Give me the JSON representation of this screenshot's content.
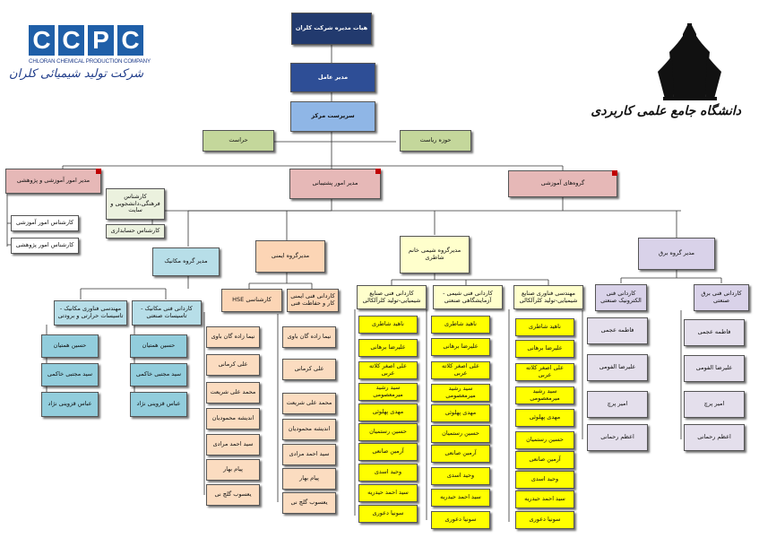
{
  "logos": {
    "ccpc": {
      "letters": [
        "C",
        "C",
        "P",
        "C"
      ],
      "english": "CHLORAN CHEMICAL PRODUCTION COMPANY",
      "persian": "شرکت تولید شیمیائی کلران"
    },
    "university": {
      "name": "دانشگاه جامع علمی کاربردی"
    }
  },
  "top": {
    "board": "هیات مدیره شرکت کلران",
    "ceo": "مدیر عامل",
    "center_head": "سرپرست مرکز",
    "security": "حراست",
    "presidency": "حوزه ریاست"
  },
  "level2": {
    "education_research": "مدیر امور آموزشی و پژوهشی",
    "support": "مدیر امور پشتیبانی",
    "groups": "گروه‌های آموزشی",
    "edu_expert": "کارشناس امور آموزشی",
    "research_expert": "کارشناس امور پژوهشی",
    "culture_expert": "کارشناس فرهنگی،دانشجویی و سایت",
    "accounting_expert": "کارشناس حسابداری"
  },
  "mechanical": {
    "head": "مدیر گروه مکانیک",
    "col1": {
      "title": "مهندسی فناوری مکانیک - تاسیسات حرارتی و برودتی",
      "members": [
        "حسین همتیان",
        "سید مجتبی خاکمی",
        "عباس قزوینی نژاد"
      ]
    },
    "col2": {
      "title": "کاردانی فنی مکانیک - تاسیسات صنعتی",
      "members": [
        "حسین همتیان",
        "سید مجتبی خاکمی",
        "عباس قزوینی نژاد"
      ]
    }
  },
  "safety": {
    "head": "مدیرگروه ایمنی",
    "col1": {
      "title": "کارشناسی HSE",
      "members": [
        "نیما زاده گان باوی",
        "علی کرمانی",
        "محمد علی شریعت",
        "اندیشه محمودیان",
        "سید احمد مرادی",
        "پیام بهار",
        "یعسوب گلچ نی"
      ]
    },
    "col2": {
      "title": "کاردانی فنی ایمنی کار و حفاظت فنی",
      "members": [
        "نیما زاده گان باوی",
        "علی کرمانی",
        "محمد علی شریعت",
        "اندیشه محمودیان",
        "سید احمد مرادی",
        "پیام بهار",
        "یعسوب گلچ نی"
      ]
    }
  },
  "chemistry": {
    "head": "مدیرگروه شیمی خانم شاطری",
    "col1": {
      "title": "کاردانی فنی صنایع شیمیایی-تولید کلرآلکالی",
      "members": [
        "ناهید شاطری",
        "علیرضا برهانی",
        "علی اصغر کلاته عربی",
        "سید رشید میرمعصومی",
        "مهدی پهلوئی",
        "حسین رستمیان",
        "آرمین صانعی",
        "وحید اسدی",
        "سید احمد حیدریه",
        "سونیا دعوری"
      ]
    },
    "col2": {
      "title": "کاردانی فنی شیمی - آزمایشگاهی صنعتی",
      "members": [
        "ناهید شاطری",
        "علیرضا برهانی",
        "علی اصغر کلاته عربی",
        "سید رشید میرمعصومی",
        "مهدی پهلوئی",
        "حسین رستمیان",
        "آرمین صانعی",
        "وحید اسدی",
        "سید احمد حیدریه",
        "سونیا دعوری"
      ]
    },
    "col3": {
      "title": "مهندسی فناوری صنایع شیمیایی-تولید کلرآلکالی",
      "members": [
        "ناهید شاطری",
        "علیرضا برهانی",
        "علی اصغر کلاته عربی",
        "سید رشید میرمعصومی",
        "مهدی پهلوئی",
        "حسین رستمیان",
        "آرمین صانعی",
        "وحید اسدی",
        "سید احمد حیدریه",
        "سونیا دعوری"
      ]
    }
  },
  "electrical": {
    "head": "مدیر گروه برق",
    "col1": {
      "title": "کاردانی فنی الکترونیک صنعتی",
      "members": [
        "فاطمه عجمی",
        "علیرضا الفومی",
        "امیر پرچ",
        "اعظم رحمانی"
      ]
    },
    "col2": {
      "title": "کاردانی فنی برق صنعتی",
      "members": [
        "فاطمه عجمی",
        "علیرضا الفومی",
        "امیر پرچ",
        "اعظم رحمانی"
      ]
    }
  }
}
